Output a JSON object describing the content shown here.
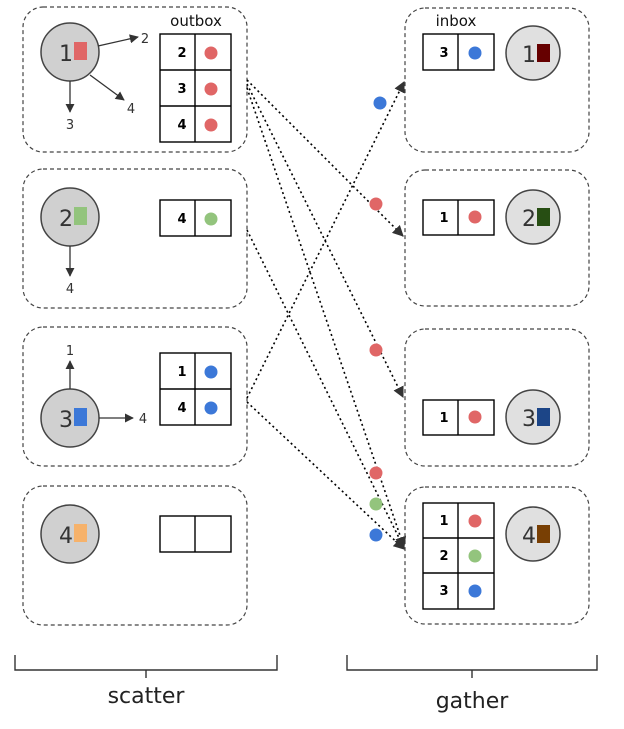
{
  "labels": {
    "outbox": "outbox",
    "inbox": "inbox",
    "scatter": "scatter",
    "gather": "gather"
  },
  "colors": {
    "red": "#E06666",
    "blue": "#3C78D8",
    "green": "#93C47D",
    "orange": "#F6B26B",
    "darkred": "#660000",
    "darkgreen": "#274E13",
    "darkblue": "#1C4587",
    "brown": "#783F04",
    "node": "#D0D0D0"
  },
  "scatter": [
    {
      "id": "1",
      "color": "red",
      "edges": [
        "2",
        "3",
        "4"
      ],
      "outbox": [
        {
          "to": "2",
          "color": "red"
        },
        {
          "to": "3",
          "color": "red"
        },
        {
          "to": "4",
          "color": "red"
        }
      ]
    },
    {
      "id": "2",
      "color": "green",
      "edges": [
        "4"
      ],
      "outbox": [
        {
          "to": "4",
          "color": "green"
        }
      ]
    },
    {
      "id": "3",
      "color": "blue",
      "edges": [
        "1",
        "4"
      ],
      "outbox": [
        {
          "to": "1",
          "color": "blue"
        },
        {
          "to": "4",
          "color": "blue"
        }
      ]
    },
    {
      "id": "4",
      "color": "orange",
      "edges": [],
      "outbox": []
    }
  ],
  "gather": [
    {
      "id": "1",
      "color": "darkred",
      "inbox": [
        {
          "from": "3",
          "color": "blue"
        }
      ]
    },
    {
      "id": "2",
      "color": "darkgreen",
      "inbox": [
        {
          "from": "1",
          "color": "red"
        }
      ]
    },
    {
      "id": "3",
      "color": "darkblue",
      "inbox": [
        {
          "from": "1",
          "color": "red"
        }
      ]
    },
    {
      "id": "4",
      "color": "brown",
      "inbox": [
        {
          "from": "1",
          "color": "red"
        },
        {
          "from": "2",
          "color": "green"
        },
        {
          "from": "3",
          "color": "blue"
        }
      ]
    }
  ]
}
